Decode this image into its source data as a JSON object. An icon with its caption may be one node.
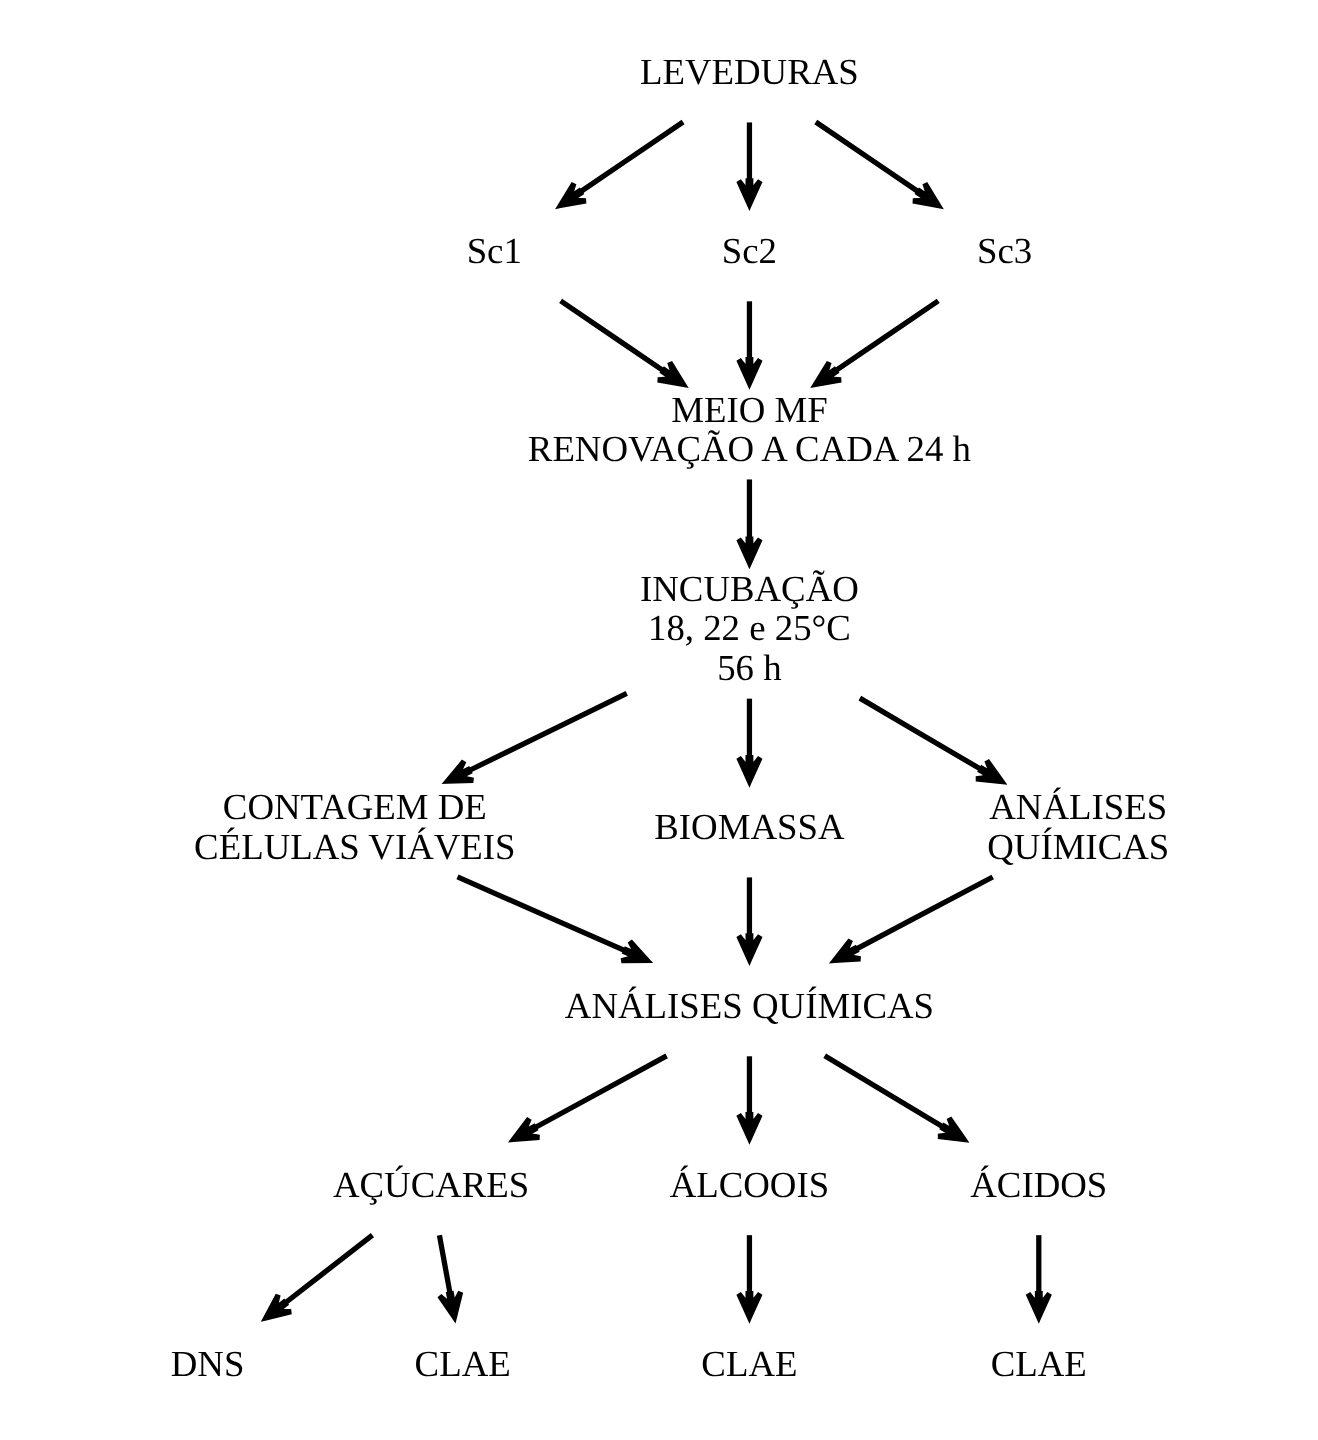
{
  "diagram": {
    "nodes": [
      {
        "text": [
          "LEVEDURAS"
        ]
      },
      {
        "text": [
          "Sc1"
        ]
      },
      {
        "text": [
          "Sc2"
        ]
      },
      {
        "text": [
          "Sc3"
        ]
      },
      {
        "text": [
          "MEIO MF",
          "RENOVAÇÃO A CADA 24 h"
        ]
      },
      {
        "text": [
          "INCUBAÇÃO",
          "18, 22 e 25°C",
          "56 h"
        ]
      },
      {
        "text": [
          "CONTAGEM DE CÉLULAS VIÁVEIS"
        ]
      },
      {
        "text": [
          "BIOMASSA"
        ]
      },
      {
        "text": [
          "ANÁLISES QUÍMICAS"
        ]
      },
      {
        "text": [
          "ANÁLISES QUÍMICAS"
        ]
      },
      {
        "text": [
          "AÇÚCARES"
        ]
      },
      {
        "text": [
          "ÁLCOOIS"
        ]
      },
      {
        "text": [
          "ÁCIDOS"
        ]
      },
      {
        "text": [
          "DNS"
        ]
      },
      {
        "text": [
          "CLAE"
        ]
      },
      {
        "text": [
          "CLAE"
        ]
      },
      {
        "text": [
          "CLAE"
        ]
      }
    ],
    "edges": [
      {
        "from": 0,
        "to": 1,
        "arrow": "to"
      },
      {
        "from": 0,
        "to": 2,
        "arrow": "to"
      },
      {
        "from": 0,
        "to": 3,
        "arrow": "to"
      },
      {
        "from": 1,
        "to": 4,
        "arrow": "to"
      },
      {
        "from": 2,
        "to": 4,
        "arrow": "to"
      },
      {
        "from": 3,
        "to": 4,
        "arrow": "to"
      },
      {
        "from": 4,
        "to": 5,
        "arrow": "to"
      },
      {
        "from": 5,
        "to": 6,
        "arrow": "to"
      },
      {
        "from": 5,
        "to": 7,
        "arrow": "to"
      },
      {
        "from": 5,
        "to": 8,
        "arrow": "to"
      },
      {
        "from": 6,
        "to": 9,
        "arrow": "to"
      },
      {
        "from": 7,
        "to": 9,
        "arrow": "to"
      },
      {
        "from": 8,
        "to": 9,
        "arrow": "to"
      },
      {
        "from": 9,
        "to": 10,
        "arrow": "to"
      },
      {
        "from": 9,
        "to": 11,
        "arrow": "to"
      },
      {
        "from": 9,
        "to": 12,
        "arrow": "to"
      },
      {
        "from": 10,
        "to": 13,
        "arrow": "to"
      },
      {
        "from": 10,
        "to": 14,
        "arrow": "to"
      },
      {
        "from": 11,
        "to": 15,
        "arrow": "to"
      },
      {
        "from": 12,
        "to": 16,
        "arrow": "to"
      }
    ]
  }
}
